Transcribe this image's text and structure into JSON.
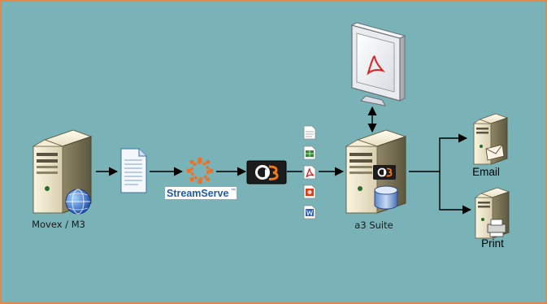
{
  "diagram": {
    "background_color": "#79b3b8",
    "border_color": "#e0894a",
    "nodes": {
      "source_server": {
        "label": "Movex / M3",
        "icon": "server-globe-icon"
      },
      "spool_file": {
        "icon": "text-document-icon"
      },
      "streamserve": {
        "label": "StreamServe",
        "trademark": "™",
        "accent_color": "#f07020",
        "text_color": "#1f5aa8"
      },
      "a3_converter": {
        "icon": "a3-logo-icon",
        "accent_color": "#f07a1a"
      },
      "output_formats": [
        "text-file-icon",
        "spreadsheet-file-icon",
        "pdf-file-icon",
        "presentation-file-icon",
        "word-file-icon"
      ],
      "a3_suite": {
        "label": "a3 Suite",
        "icon": "server-database-icon"
      },
      "monitor": {
        "icon": "monitor-pdf-icon"
      },
      "email": {
        "label": "Email",
        "icon": "server-email-icon"
      },
      "print": {
        "label": "Print",
        "icon": "server-printer-icon"
      }
    }
  }
}
